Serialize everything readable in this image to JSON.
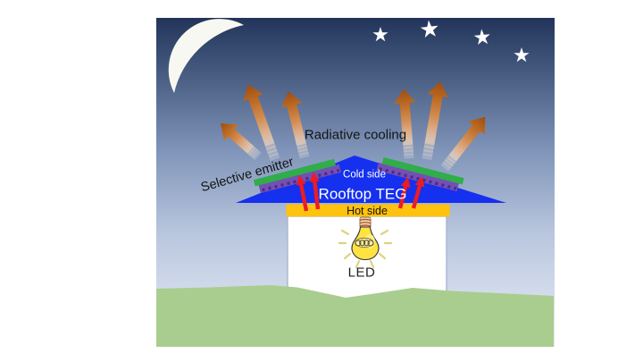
{
  "figure": {
    "labels": {
      "radiative_cooling": "Radiative cooling",
      "selective_emitter": "Selective emitter",
      "cold_side": "Cold side",
      "rooftop_teg": "Rooftop TEG",
      "hot_side": "Hot side",
      "led": "LED"
    },
    "icons": {
      "moon": "crescent-moon-icon",
      "star": "star-icon",
      "light_bulb": "light-bulb-icon",
      "radiative_cooling_arrow": "orange-up-arrow-icon",
      "heat_flow_arrow": "red-up-arrow-icon"
    },
    "counts": {
      "stars": 4,
      "radiative_cooling_arrows": 6,
      "heat_flow_arrows": 4
    },
    "colors": {
      "sky_top": "#223459",
      "sky_bottom": "#e9edf6",
      "ground_green": "#a9cd8e",
      "roof_blue": "#1530ee",
      "hot_side_yellow": "#ffc20e",
      "selective_emitter_green": "#2fae4a",
      "teg_purple": "#7450b2",
      "heat_arrow_red": "#ec1c24",
      "cooling_arrow_orange": "#b05c1a",
      "moon_white": "#f8f8f2",
      "star_white": "#ffffff",
      "bulb_yellow": "#ffe33e"
    }
  }
}
